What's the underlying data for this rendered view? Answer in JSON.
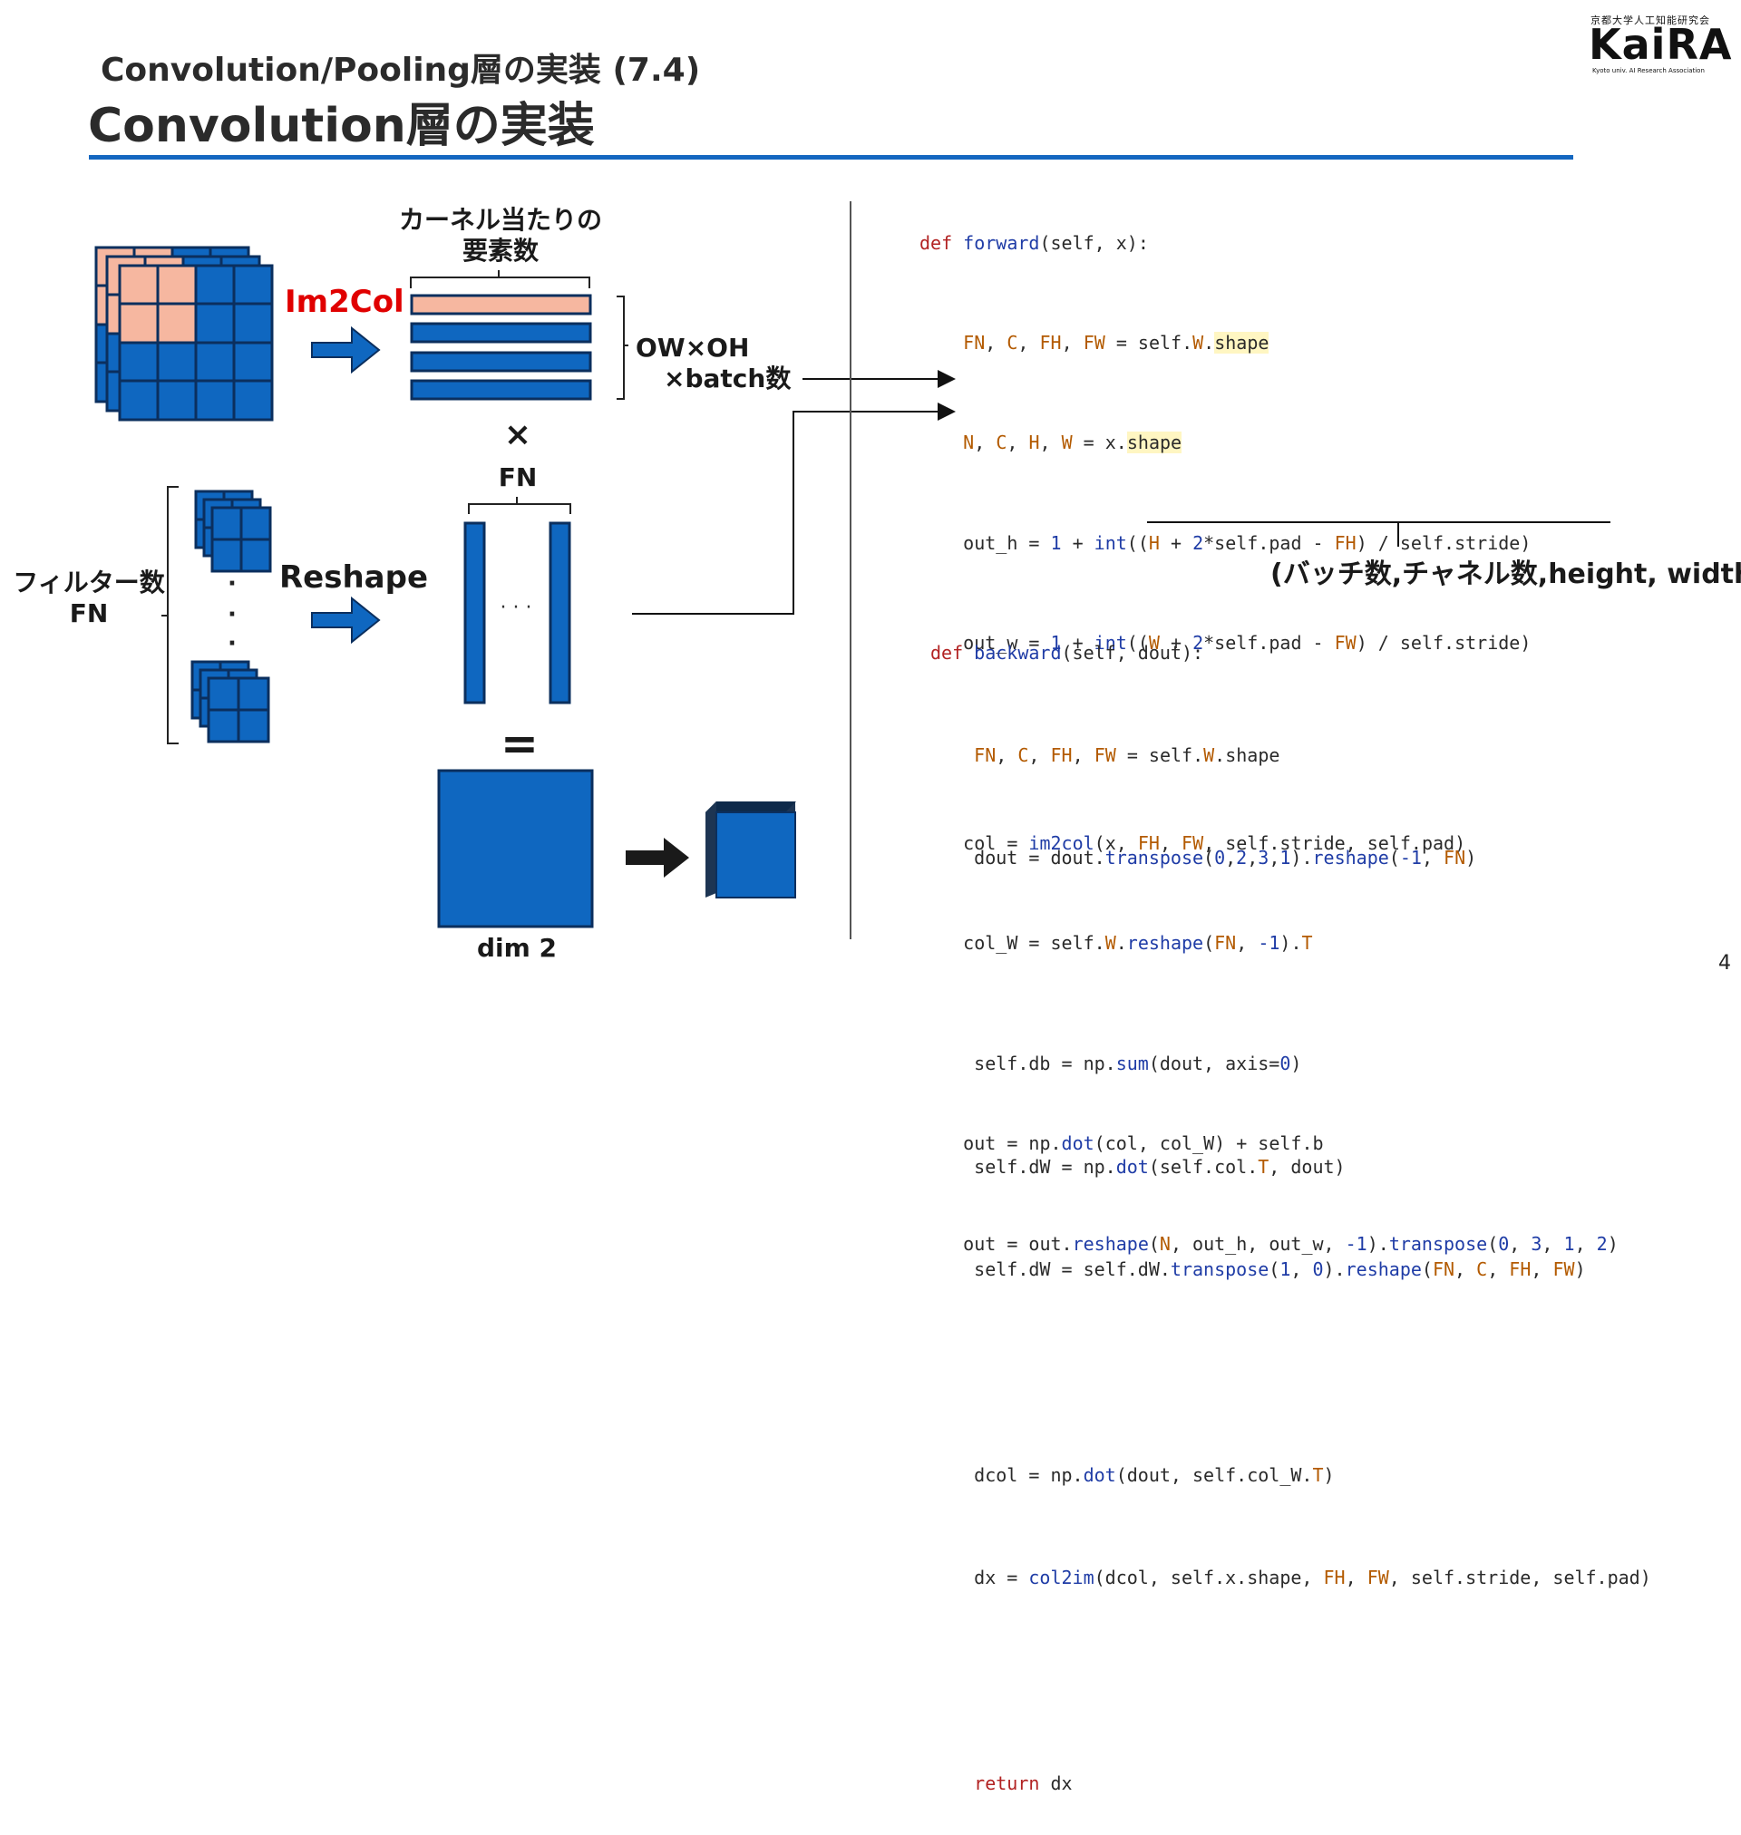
{
  "header": {
    "subtitle": "Convolution/Pooling層の実装 (7.4)",
    "title": "Convolution層の実装"
  },
  "logo": {
    "top_text": "京都大学人工知能研究会",
    "main_text": "KaiRA",
    "sub_text": "Kyoto univ. AI Research Association"
  },
  "diagram": {
    "kernel_elements_label_1": "カーネル当たりの",
    "kernel_elements_label_2": "要素数",
    "im2col_label": "Im2Col",
    "rows_label_1": "OW×OH",
    "rows_label_2": "×batch数",
    "times_symbol": "×",
    "fn_label": "FN",
    "filter_count_label_1": "フィルター数",
    "filter_count_label_2": "FN",
    "reshape_label": "Reshape",
    "equals_symbol": "=",
    "dim_label": "dim 2",
    "vertical_dots": "·",
    "horizontal_dots": "· · ·"
  },
  "code": {
    "forward_lines": [
      "def forward(self, x):",
      "    FN, C, FH, FW = self.W.shape",
      "    N, C, H, W = x.shape",
      "    out_h = 1 + int((H + 2*self.pad - FH) / self.stride)",
      "    out_w = 1 + int((W + 2*self.pad - FW) / self.stride)",
      "",
      "    col = im2col(x, FH, FW, self.stride, self.pad)",
      "    col_W = self.W.reshape(FN, -1).T",
      "",
      "    out = np.dot(col, col_W) + self.b",
      "    out = out.reshape(N, out_h, out_w, -1).transpose(0, 3, 1, 2)"
    ],
    "backward_lines": [
      "def backward(self, dout):",
      "    FN, C, FH, FW = self.W.shape",
      "    dout = dout.transpose(0,2,3,1).reshape(-1, FN)",
      "",
      "    self.db = np.sum(dout, axis=0)",
      "    self.dW = np.dot(self.col.T, dout)",
      "    self.dW = self.dW.transpose(1, 0).reshape(FN, C, FH, FW)",
      "",
      "    dcol = np.dot(dout, self.col_W.T)",
      "    dx = col2im(dcol, self.x.shape, FH, FW, self.stride, self.pad)",
      "",
      "    return dx"
    ],
    "shape_annotation": "(バッチ数,チャネル数,height, width)"
  },
  "page_number": "4",
  "colors": {
    "accent_blue": "#1467c0",
    "block_blue": "#0f67c0",
    "salmon": "#f6b7a0",
    "im2col_red": "#e00000",
    "keyword_red": "#b22222",
    "function_blue": "#1f3ca6"
  }
}
